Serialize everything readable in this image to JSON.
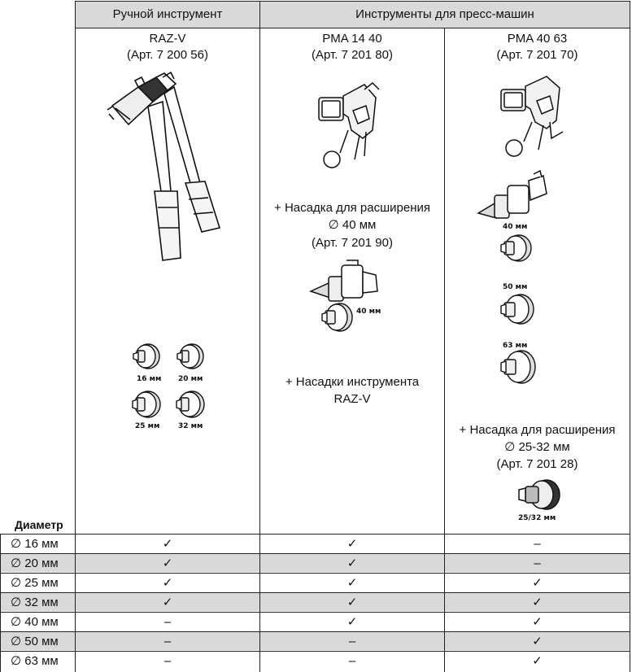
{
  "header": {
    "col_hand": "Ручной инструмент",
    "col_press": "Инструменты для пресс-машин"
  },
  "tools": [
    {
      "name": "RAZ-V",
      "art": "(Арт. 7 200 56)"
    },
    {
      "name": "PMA 14 40",
      "art": "(Арт. 7 201 80)"
    },
    {
      "name": "PMA 40 63",
      "art": "(Арт. 7 201 70)"
    }
  ],
  "pma1440": {
    "attach_line1": "+ Насадка для расширения",
    "attach_line2": "∅ 40 мм",
    "attach_line3": "(Арт. 7 201 90)",
    "head_label": "40 мм",
    "raz_line1": "+ Насадки инструмента",
    "raz_line2": "RAZ-V"
  },
  "raz_heads": [
    "16 мм",
    "20 мм",
    "25 мм",
    "32 мм"
  ],
  "pma4063": {
    "head_labels": [
      "40 мм",
      "50 мм",
      "63 мм"
    ],
    "attach_line1": "+ Насадка для расширения",
    "attach_line2": "∅ 25-32 мм",
    "attach_line3": "(Арт. 7 201 28)",
    "attach_label": "25/32 мм"
  },
  "diameter_label": "Диаметр",
  "rows": [
    {
      "size": "∅ 16 мм",
      "hand": "✓",
      "pma1440": "✓",
      "pma4063": "–"
    },
    {
      "size": "∅ 20 мм",
      "hand": "✓",
      "pma1440": "✓",
      "pma4063": "–"
    },
    {
      "size": "∅ 25 мм",
      "hand": "✓",
      "pma1440": "✓",
      "pma4063": "✓"
    },
    {
      "size": "∅ 32 мм",
      "hand": "✓",
      "pma1440": "✓",
      "pma4063": "✓"
    },
    {
      "size": "∅ 40 мм",
      "hand": "–",
      "pma1440": "✓",
      "pma4063": "✓"
    },
    {
      "size": "∅ 50 мм",
      "hand": "–",
      "pma1440": "–",
      "pma4063": "✓"
    },
    {
      "size": "∅ 63 мм",
      "hand": "–",
      "pma1440": "–",
      "pma4063": "✓"
    }
  ]
}
